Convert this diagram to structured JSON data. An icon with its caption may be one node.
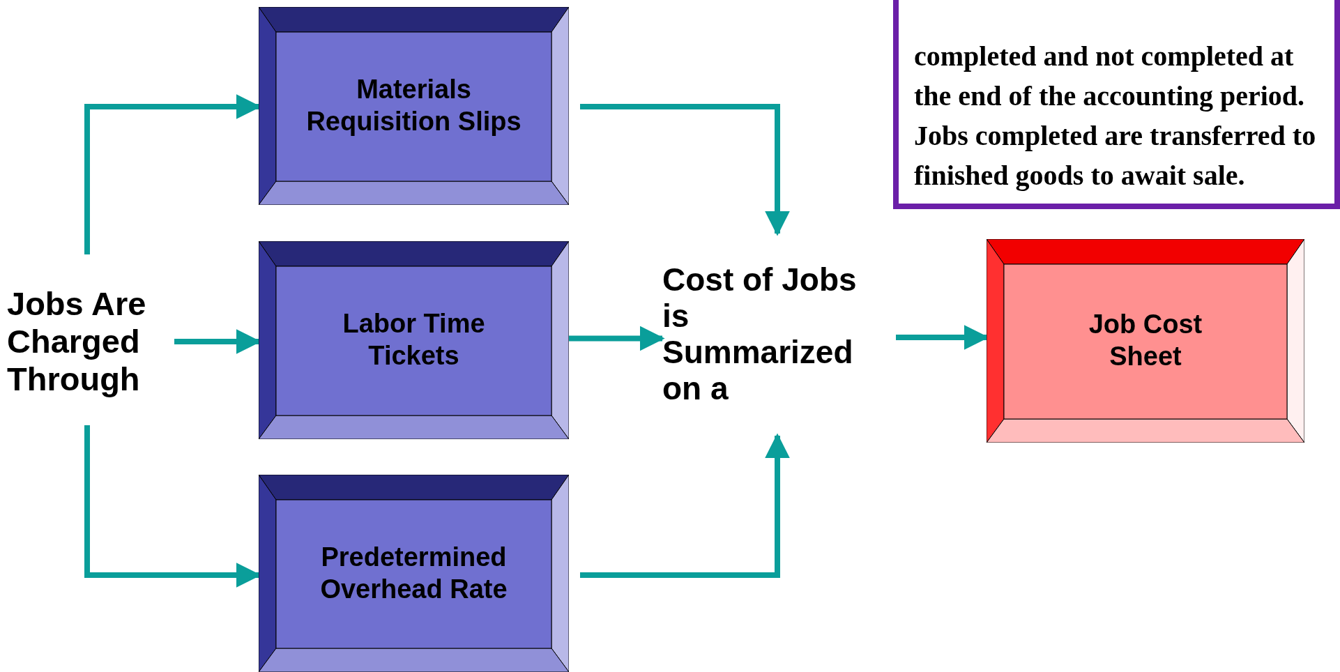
{
  "diagram": {
    "nodes": [
      {
        "text": [
          "Jobs Are Charged Through"
        ]
      },
      {
        "text": [
          "Materials Requisition Slips"
        ]
      },
      {
        "text": [
          "Labor Time Tickets"
        ]
      },
      {
        "text": [
          "Predetermined Overhead Rate"
        ]
      },
      {
        "text": [
          "Cost of Jobs is Summarized on a"
        ]
      },
      {
        "text": [
          "Job Cost Sheet"
        ]
      },
      {
        "text": [
          "**completed and not completed** at the **end of the accounting period**. **Jobs completed** are transferred to **finished goods** to await sale."
        ]
      }
    ],
    "edges": [
      {
        "from": 0,
        "to": 1,
        "arrow": "to"
      },
      {
        "from": 0,
        "to": 2,
        "arrow": "to"
      },
      {
        "from": 0,
        "to": 3,
        "arrow": "to"
      },
      {
        "from": 1,
        "to": 4,
        "arrow": "to"
      },
      {
        "from": 2,
        "to": 4,
        "arrow": "to"
      },
      {
        "from": 3,
        "to": 4,
        "arrow": "to"
      },
      {
        "from": 4,
        "to": 5,
        "arrow": "to"
      }
    ]
  }
}
